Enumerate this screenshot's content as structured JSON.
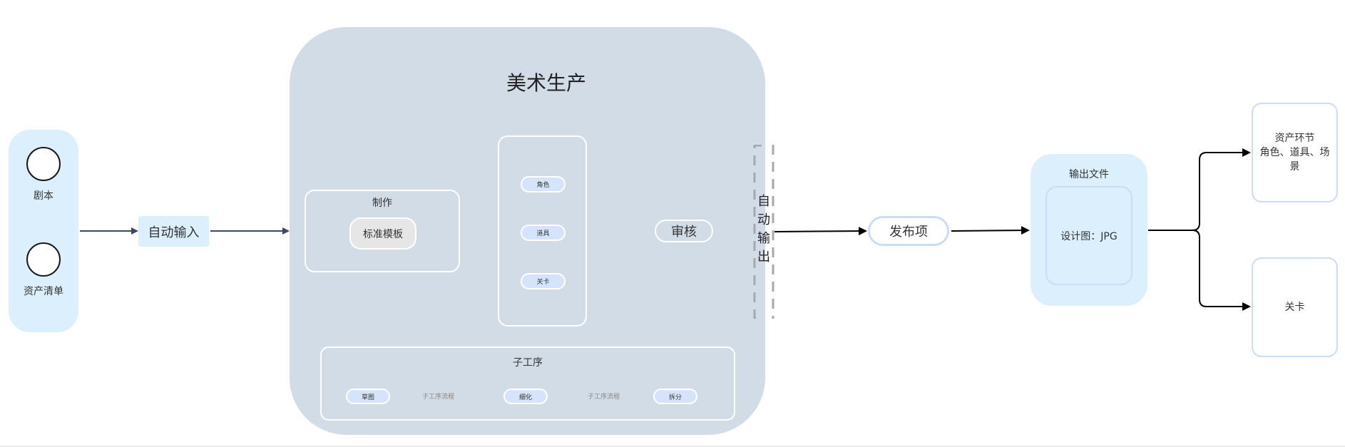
{
  "diagram": {
    "inputs": {
      "items": [
        {
          "label": "剧本",
          "icon": "circle-node-icon"
        },
        {
          "label": "资产清单",
          "icon": "circle-node-icon"
        }
      ]
    },
    "auto_input": {
      "label": "自动输入"
    },
    "art_production": {
      "title": "美术生产",
      "make": {
        "title": "制作",
        "template": "标准模板"
      },
      "assets": [
        "角色",
        "道具",
        "关卡"
      ],
      "review": "审核",
      "auto_output": [
        "自",
        "动",
        "输",
        "出"
      ],
      "subprocess": {
        "title": "子工序",
        "steps": [
          "草图",
          "细化",
          "拆分"
        ],
        "flow_labels": [
          "子工序流程",
          "子工序流程"
        ]
      }
    },
    "publish": {
      "label": "发布项"
    },
    "output_files": {
      "title": "输出文件",
      "content": "设计图：JPG"
    },
    "destinations": [
      {
        "lines": [
          "资产环节",
          "角色、道具、场",
          "景"
        ]
      },
      {
        "lines": [
          "关卡"
        ]
      }
    ],
    "colors": {
      "light_blue": "#dbeffc",
      "container_gray_blue": "#d2dce7",
      "pill_blue": "#d6e4fb",
      "border_blue": "#c9dcfa",
      "navy_arrow": "#3a4a66",
      "dashed_gray": "#707070"
    }
  }
}
